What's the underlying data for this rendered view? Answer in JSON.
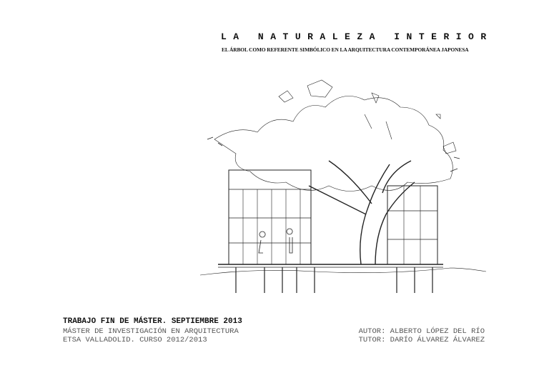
{
  "header": {
    "title": "LA NATURALEZA INTERIOR",
    "title_display": "L A   N A T U R A L E Z A   I N T E R I O R",
    "subtitle": "EL ÁRBOL COMO REFERENTE SIMBÓLICO EN LA ARQUITECTURA CONTEMPORÁNEA JAPONESA"
  },
  "footer": {
    "work": "TRABAJO FIN DE MÁSTER. SEPTIEMBRE 2013",
    "program": "MÁSTER DE INVESTIGACIÓN EN ARQUITECTURA",
    "school": "ETSA VALLADOLID. CURSO 2012/2013",
    "author": "AUTOR: ALBERTO LÓPEZ DEL RÍO",
    "tutor": "TUTOR: DARÍO ÁLVAREZ ÁLVAREZ"
  }
}
